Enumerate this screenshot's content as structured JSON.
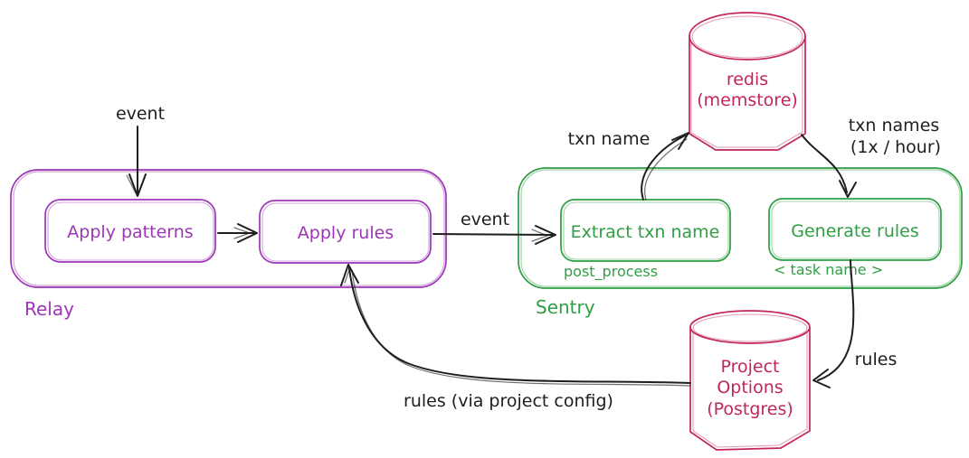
{
  "colors": {
    "purple": "#9c36b5",
    "green": "#2f9e44",
    "crimson": "#c2255c",
    "ink": "#1e1e1e",
    "background": "#ffffff"
  },
  "relay": {
    "label": "Relay",
    "apply_patterns": "Apply patterns",
    "apply_rules": "Apply rules"
  },
  "sentry": {
    "label": "Sentry",
    "extract_txn_name": "Extract txn name",
    "extract_caption": "post_process",
    "generate_rules": "Generate rules",
    "generate_caption": "< task name >"
  },
  "redis": {
    "line1": "redis",
    "line2": "(memstore)"
  },
  "project_options": {
    "line1": "Project",
    "line2": "Options",
    "line3": "(Postgres)"
  },
  "edges": {
    "event_in": "event",
    "event_mid": "event",
    "txn_name": "txn name",
    "txn_names_line1": "txn names",
    "txn_names_line2": "(1x / hour)",
    "rules": "rules",
    "rules_via": "rules (via project config)"
  }
}
